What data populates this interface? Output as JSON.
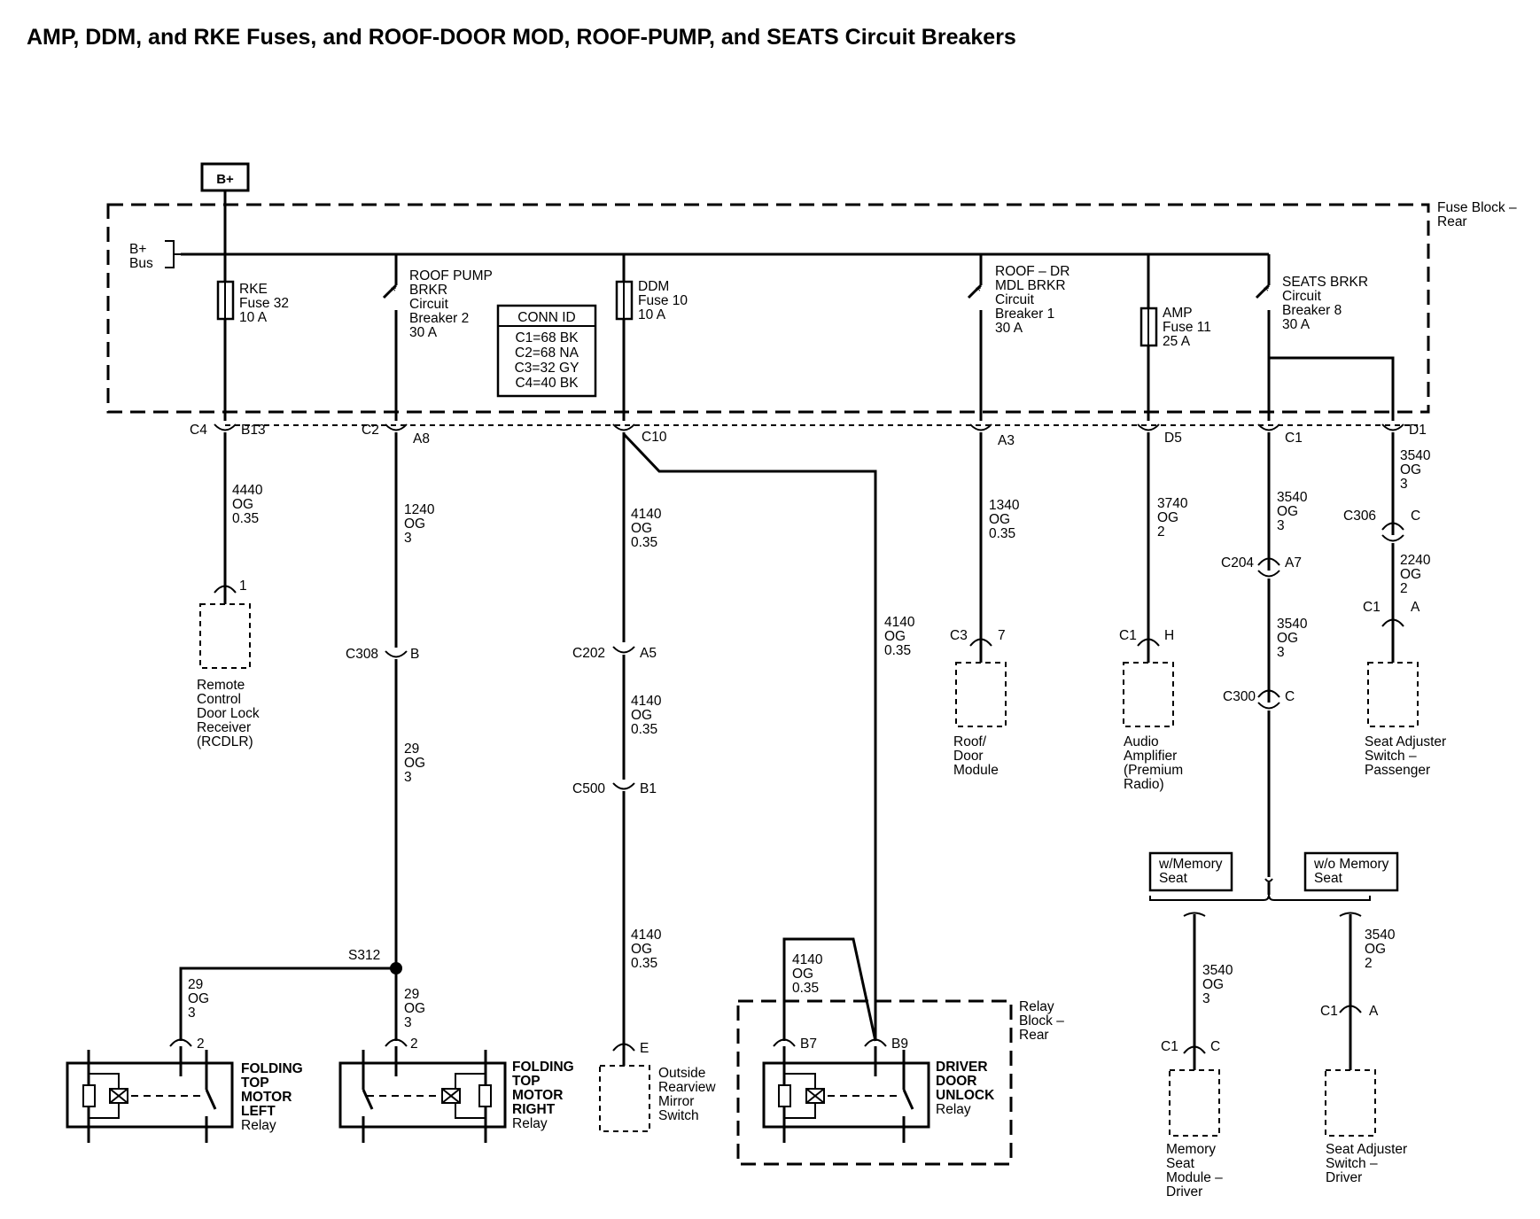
{
  "title": "AMP, DDM, and RKE Fuses, and ROOF-DOOR MOD, ROOF-PUMP, and SEATS Circuit Breakers",
  "power": "B+",
  "fuse_block": {
    "label": [
      "Fuse Block –",
      "Rear"
    ],
    "bus": [
      "B+",
      "Bus"
    ]
  },
  "conn_id": {
    "header": "CONN ID",
    "rows": [
      "C1=68 BK",
      "C2=68 NA",
      "C3=32 GY",
      "C4=40 BK"
    ]
  },
  "fuses": {
    "rke": [
      "RKE",
      "Fuse 32",
      "10 A"
    ],
    "roof_pump": [
      "ROOF PUMP",
      "BRKR",
      "Circuit",
      "Breaker 2",
      "30 A"
    ],
    "ddm": [
      "DDM",
      "Fuse 10",
      "10 A"
    ],
    "roof_dr": [
      "ROOF – DR",
      "MDL BRKR",
      "Circuit",
      "Breaker 1",
      "30 A"
    ],
    "amp": [
      "AMP",
      "Fuse 11",
      "25 A"
    ],
    "seats": [
      "SEATS BRKR",
      "Circuit",
      "Breaker 8",
      "30 A"
    ]
  },
  "connectors": {
    "c4b13": [
      "C4",
      "B13"
    ],
    "c2a8": [
      "C2",
      "A8"
    ],
    "c10": "C10",
    "a3": "A3",
    "d5": "D5",
    "c1": "C1",
    "d1": "D1",
    "rcdlr_pin": "1",
    "c308b": [
      "C308",
      "B"
    ],
    "c202a5": [
      "C202",
      "A5"
    ],
    "c500b1": [
      "C500",
      "B1"
    ],
    "c3_7": [
      "C3",
      "7"
    ],
    "c1h": [
      "C1",
      "H"
    ],
    "c204a7": [
      "C204",
      "A7"
    ],
    "c300c": [
      "C300",
      "C"
    ],
    "c306c": [
      "C306",
      "C"
    ],
    "c1a_pass": [
      "C1",
      "A"
    ],
    "s312": "S312",
    "left_pin": "2",
    "right_pin": "2",
    "mirror_pin": "E",
    "b7": "B7",
    "b9": "B9",
    "c1c_mem": [
      "C1",
      "C"
    ],
    "c1a_drv": [
      "C1",
      "A"
    ]
  },
  "wires": {
    "w4440": [
      "4440",
      "OG",
      "0.35"
    ],
    "w1240": [
      "1240",
      "OG",
      "3"
    ],
    "w29a": [
      "29",
      "OG",
      "3"
    ],
    "w29b": [
      "29",
      "OG",
      "3"
    ],
    "w29c": [
      "29",
      "OG",
      "3"
    ],
    "w4140a": [
      "4140",
      "OG",
      "0.35"
    ],
    "w4140b": [
      "4140",
      "OG",
      "0.35"
    ],
    "w4140c": [
      "4140",
      "OG",
      "0.35"
    ],
    "w4140d": [
      "4140",
      "OG",
      "0.35"
    ],
    "w4140e": [
      "4140",
      "OG",
      "0.35"
    ],
    "w1340": [
      "1340",
      "OG",
      "0.35"
    ],
    "w3740": [
      "3740",
      "OG",
      "2"
    ],
    "w3540a": [
      "3540",
      "OG",
      "3"
    ],
    "w3540b": [
      "3540",
      "OG",
      "3"
    ],
    "w3540c": [
      "3540",
      "OG",
      "3"
    ],
    "w3540d": [
      "3540",
      "OG",
      "3"
    ],
    "w3540e": [
      "3540",
      "OG",
      "2"
    ],
    "w2240": [
      "2240",
      "OG",
      "2"
    ]
  },
  "components": {
    "rcdlr": [
      "Remote",
      "Control",
      "Door Lock",
      "Receiver",
      "(RCDLR)"
    ],
    "roof_door": [
      "Roof/",
      "Door",
      "Module"
    ],
    "audio": [
      "Audio",
      "Amplifier",
      "(Premium",
      "Radio)"
    ],
    "seat_pass": [
      "Seat Adjuster",
      "Switch –",
      "Passenger"
    ],
    "fold_left": [
      "FOLDING",
      "TOP",
      "MOTOR",
      "LEFT",
      "Relay"
    ],
    "fold_right": [
      "FOLDING",
      "TOP",
      "MOTOR",
      "RIGHT",
      "Relay"
    ],
    "mirror": [
      "Outside",
      "Rearview",
      "Mirror",
      "Switch"
    ],
    "relay_block": [
      "Relay",
      "Block –",
      "Rear"
    ],
    "driver_unlock": [
      "DRIVER",
      "DOOR",
      "UNLOCK",
      "Relay"
    ],
    "memory_seat": [
      "Memory",
      "Seat",
      "Module –",
      "Driver"
    ],
    "seat_driver": [
      "Seat Adjuster",
      "Switch –",
      "Driver"
    ]
  },
  "options": {
    "with_memory": [
      "w/Memory",
      "Seat"
    ],
    "without_memory": [
      "w/o Memory",
      "Seat"
    ]
  }
}
